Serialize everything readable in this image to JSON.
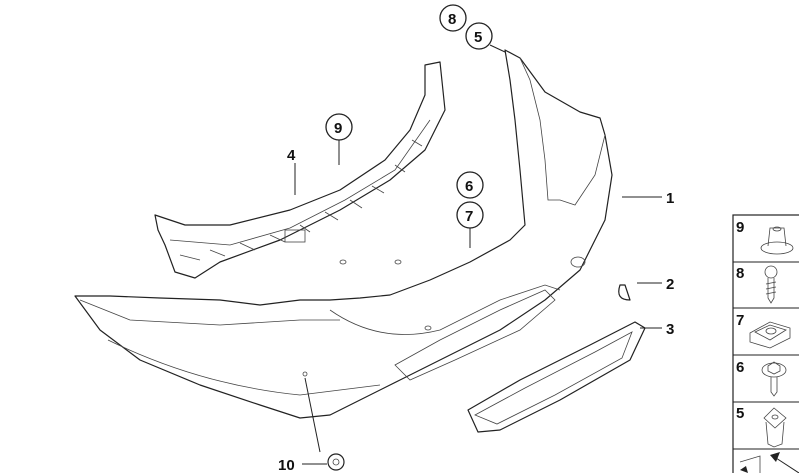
{
  "callouts": {
    "c1": "1",
    "c2": "2",
    "c3": "3",
    "c4": "4",
    "c5a": "5",
    "c6": "6",
    "c7": "7",
    "c8a": "8",
    "c9a": "9",
    "c10": "10"
  },
  "legend": {
    "items": [
      {
        "number": "9",
        "icon": "nut-icon"
      },
      {
        "number": "8",
        "icon": "screw-icon"
      },
      {
        "number": "7",
        "icon": "clip-nut-icon"
      },
      {
        "number": "6",
        "icon": "collar-screw-icon"
      },
      {
        "number": "5",
        "icon": "expansion-nut-icon"
      }
    ],
    "footer_icon": "arrow-icon"
  }
}
